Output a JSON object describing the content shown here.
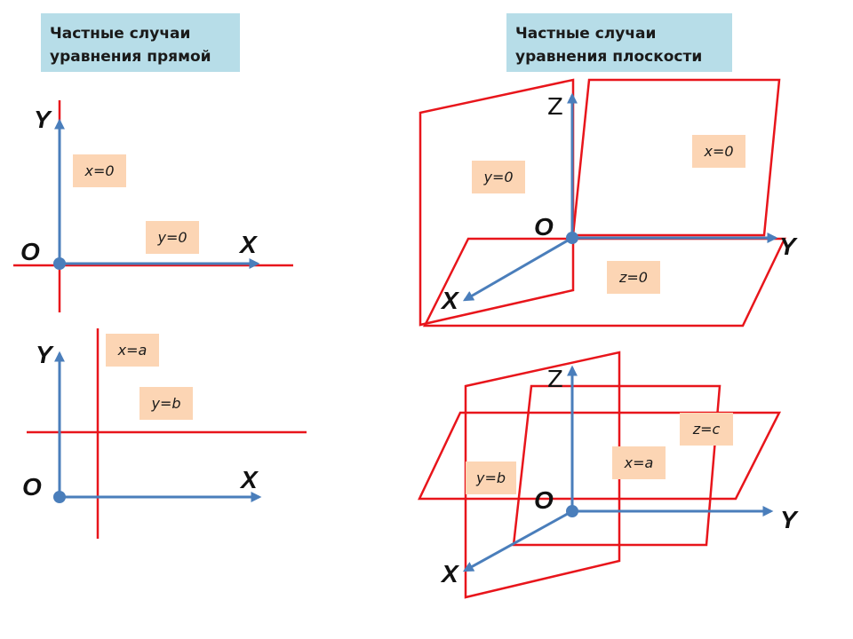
{
  "titles": {
    "line": "Частные случаи\nуравнения прямой",
    "plane": "Частные случаи\nуравнения плоскости"
  },
  "axes": {
    "x": "X",
    "y": "Y",
    "z": "Z",
    "origin": "O"
  },
  "labels": {
    "line1_x0": "x=0",
    "line1_y0": "y=0",
    "line2_xa": "x=a",
    "line2_yb": "y=b",
    "plane1_y0": "y=0",
    "plane1_x0": "x=0",
    "plane1_z0": "z=0",
    "plane2_zc": "z=c",
    "plane2_xa": "x=a",
    "plane2_yb": "y=b"
  },
  "colors": {
    "title_bg": "#b7dde8",
    "label_bg": "#fcd5b4",
    "red": "#e8151b",
    "axis_blue": "#4a7ebb"
  }
}
